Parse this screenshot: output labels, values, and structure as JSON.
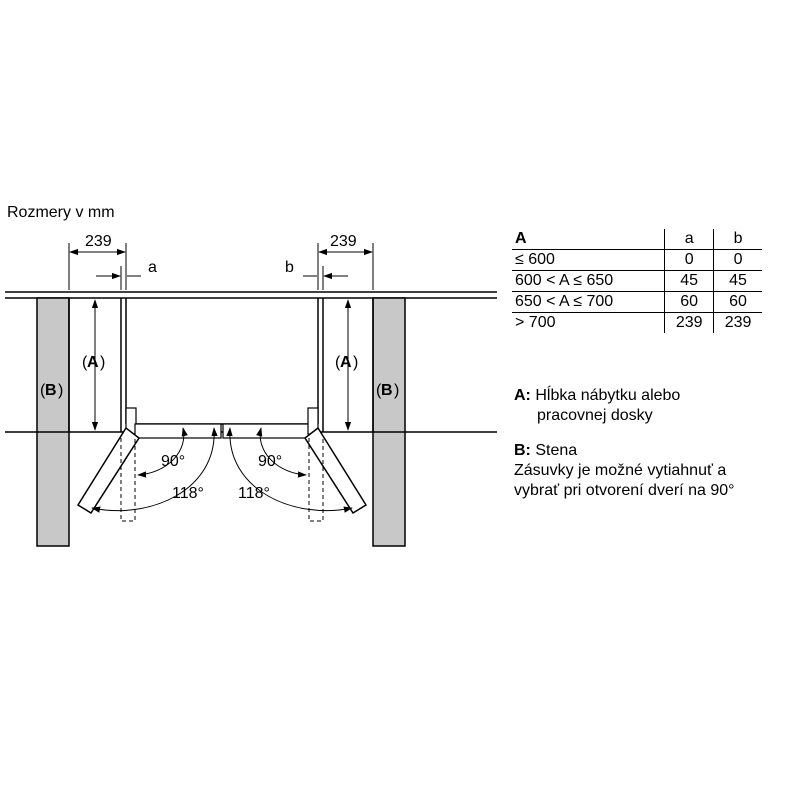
{
  "caption": "Rozmery v mm",
  "diagram": {
    "dim_239_left": "239",
    "dim_239_right": "239",
    "gap_a": "a",
    "gap_b": "b",
    "label_A_left": "A",
    "label_A_right": "A",
    "label_B_left": "B",
    "label_B_right": "B",
    "angle_90_left": "90°",
    "angle_90_right": "90°",
    "angle_118_left": "118°",
    "angle_118_right": "118°"
  },
  "table": {
    "header": {
      "col0": "A",
      "col1": "a",
      "col2": "b"
    },
    "rows": [
      {
        "range": "≤ 600",
        "a": "0",
        "b": "0"
      },
      {
        "range": "600 < A ≤ 650",
        "a": "45",
        "b": "45"
      },
      {
        "range": "650 < A ≤ 700",
        "a": "60",
        "b": "60"
      },
      {
        "range": "> 700",
        "a": "239",
        "b": "239"
      }
    ]
  },
  "legend": {
    "a_key": "A:",
    "a_line1": "Hĺbka nábytku alebo",
    "a_line2": "pracovnej dosky",
    "b_key": "B:",
    "b_line1": "Stena",
    "b_line2": "Zásuvky je možné vytiahnuť a",
    "b_line3": "vybrať pri otvorení dverí na 90°"
  }
}
